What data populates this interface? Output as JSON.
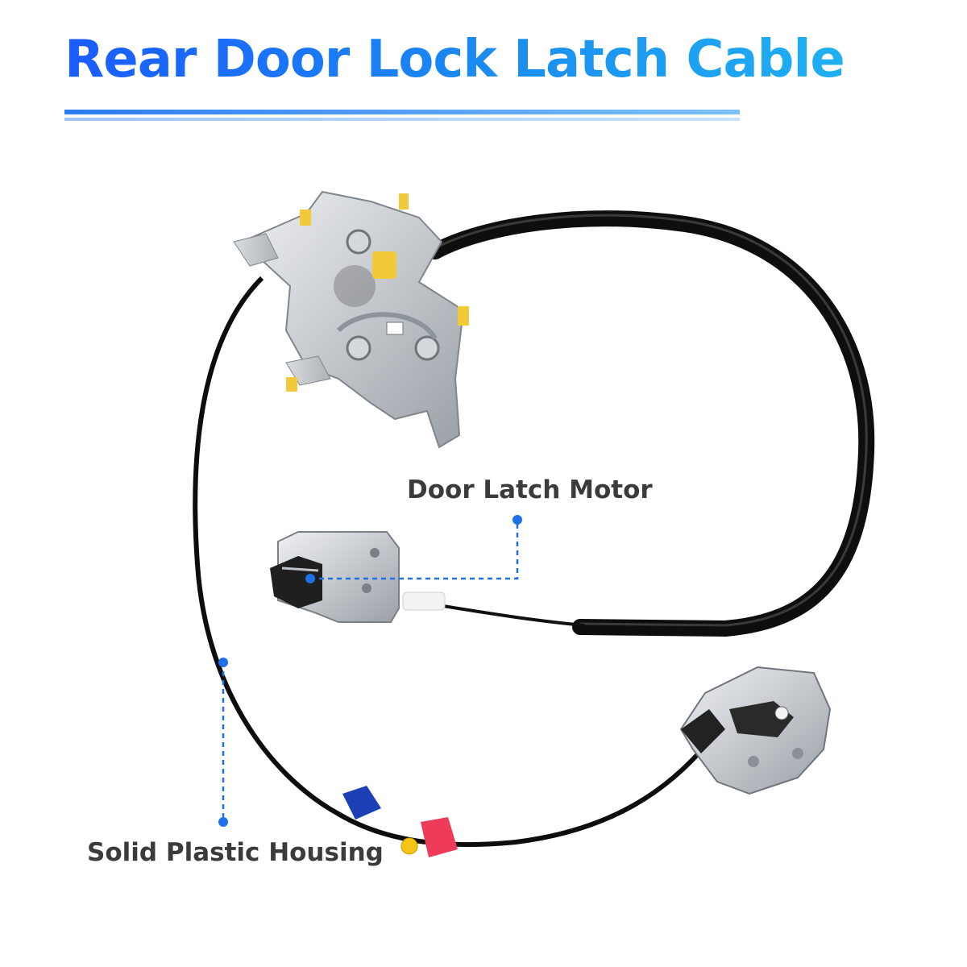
{
  "header": {
    "title": "Rear Door Lock Latch Cable",
    "accent_color": "#1b7ff0"
  },
  "callouts": {
    "motor_label": "Door Latch Motor",
    "housing_label": "Solid Plastic Housing",
    "leader_color": "#1e6fe8"
  },
  "parts": {
    "main_latch_icon": "door-latch-bracket",
    "motor_icon": "door-latch-motor",
    "lower_latch_icon": "lower-door-latch",
    "cable_color": "#111111",
    "clip_colors": [
      "#1d3fb5",
      "#ef3b5a",
      "#f6c514"
    ]
  }
}
